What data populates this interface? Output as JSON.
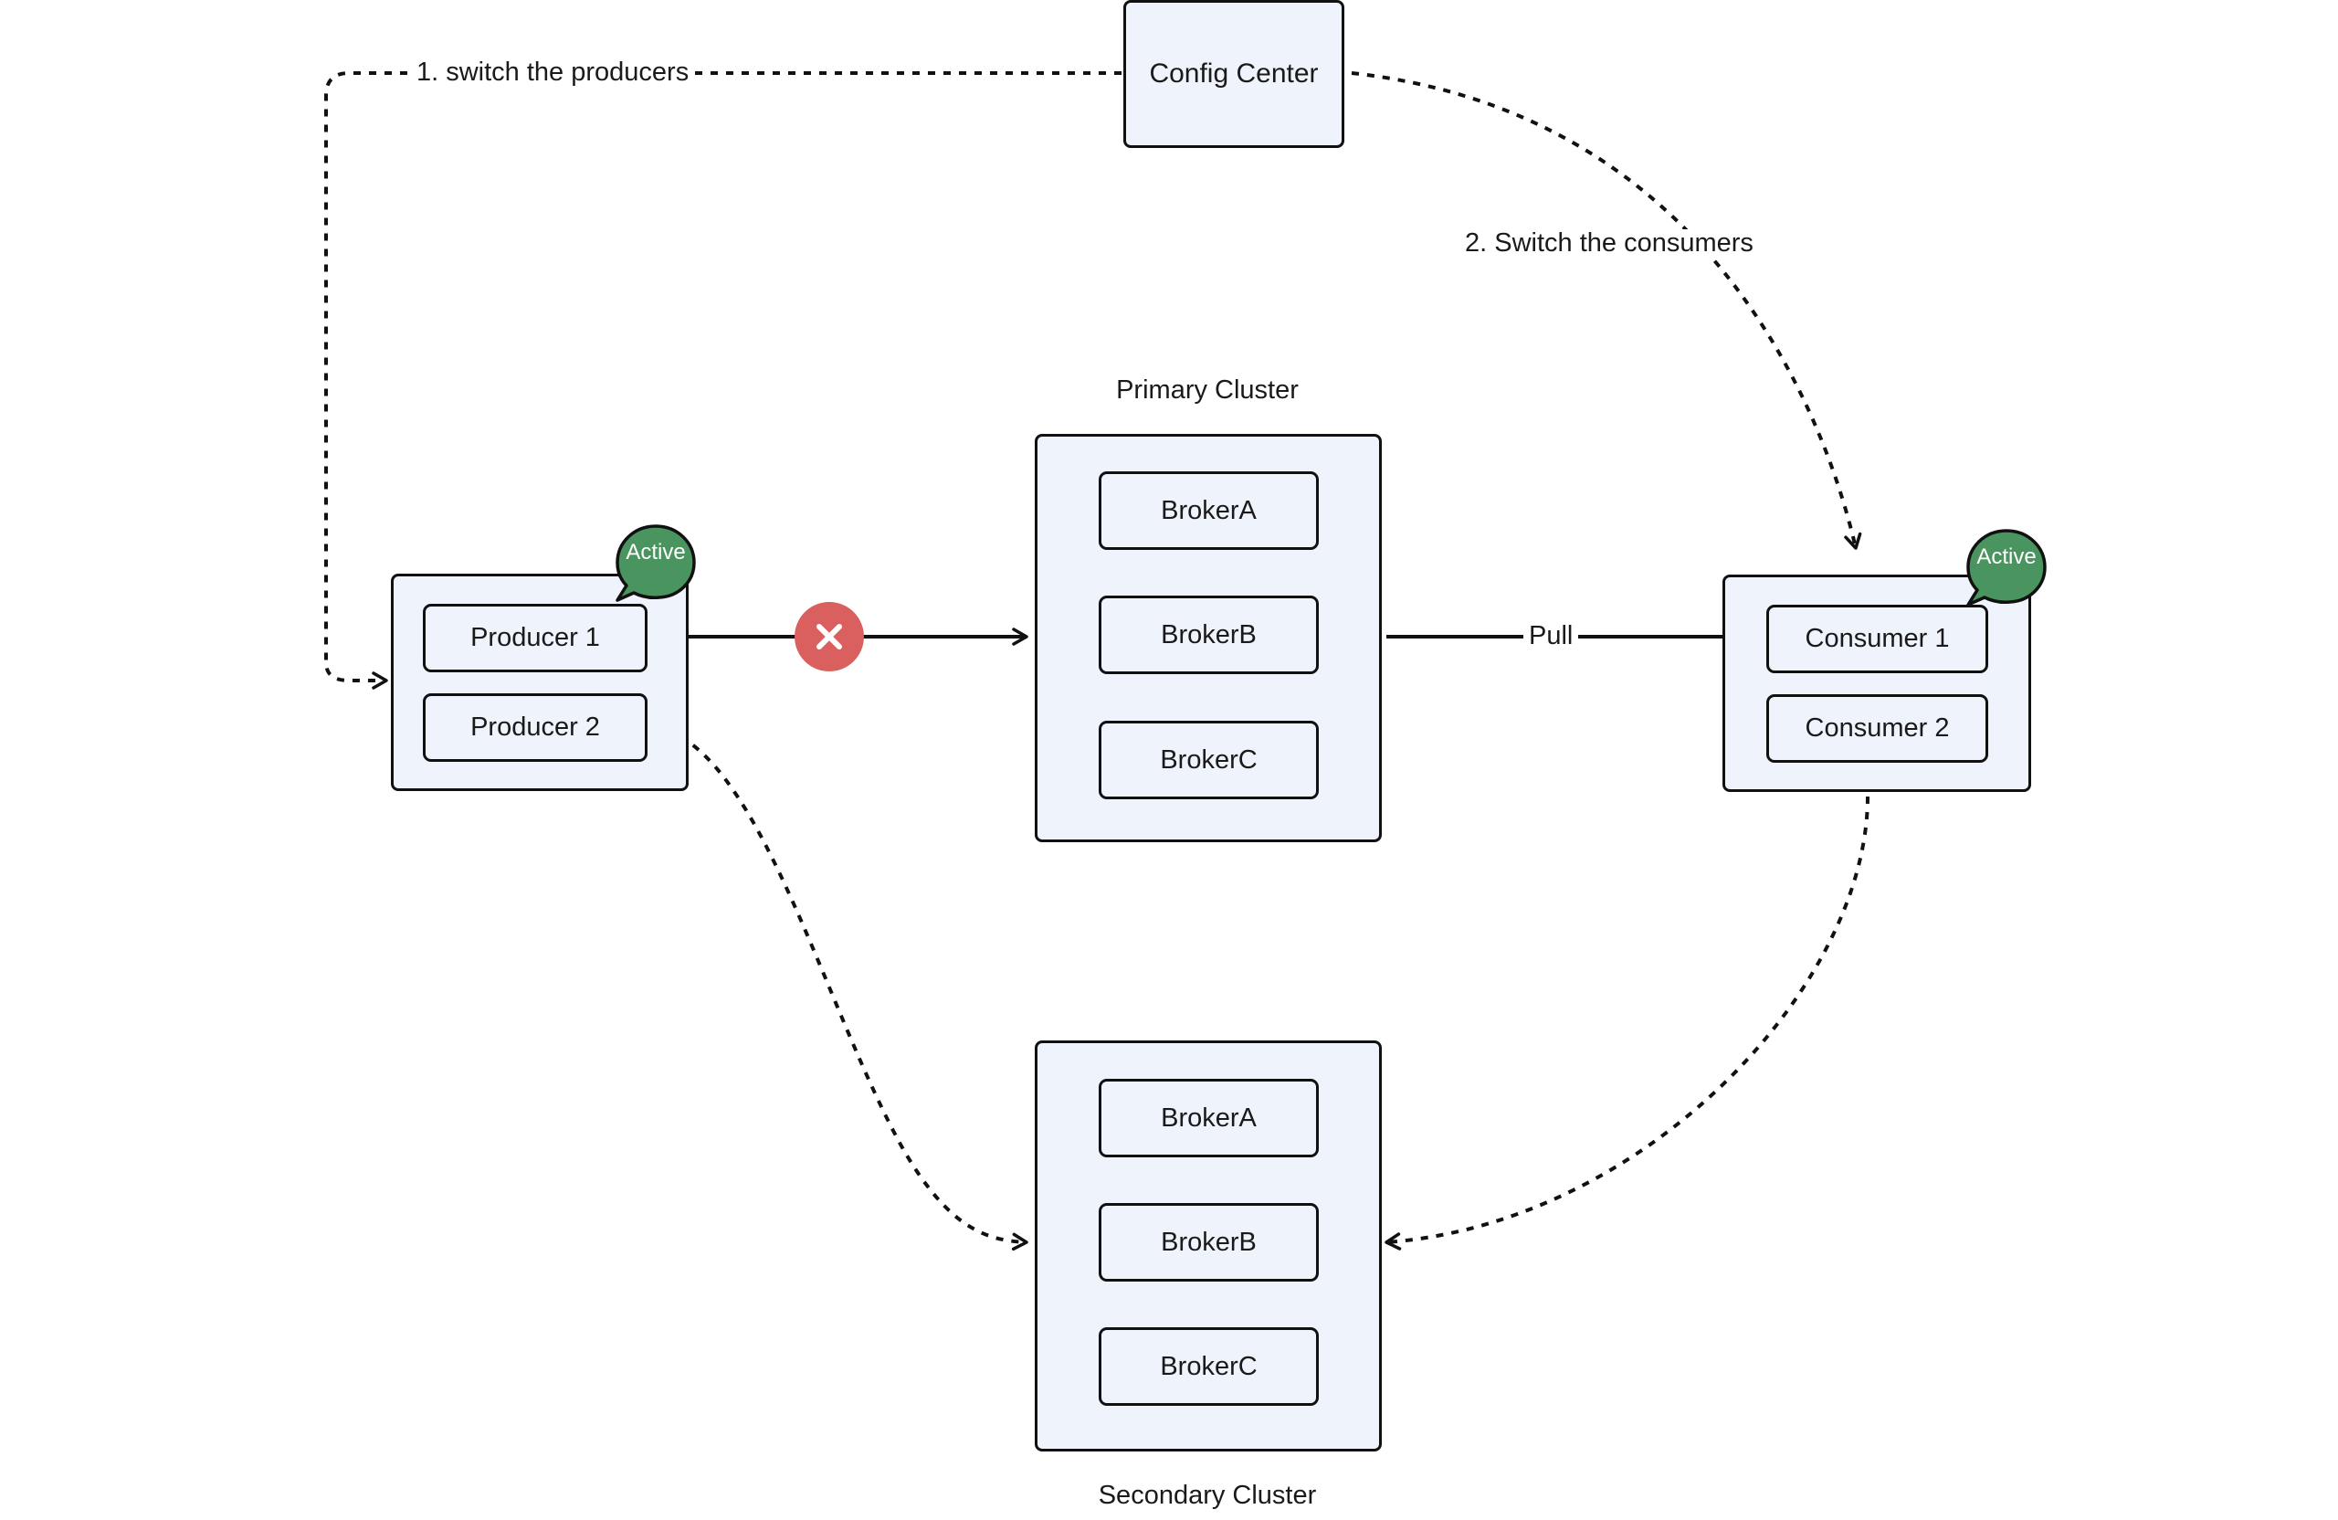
{
  "config_center": {
    "label": "Config Center"
  },
  "edges": {
    "switch_producers": "1. switch the producers",
    "switch_consumers": "2. Switch the consumers",
    "pull": "Pull"
  },
  "producers": {
    "items": [
      "Producer 1",
      "Producer 2"
    ],
    "badge": "Active"
  },
  "consumers": {
    "items": [
      "Consumer 1",
      "Consumer 2"
    ],
    "badge": "Active"
  },
  "primary_cluster": {
    "title": "Primary Cluster",
    "brokers": [
      "BrokerA",
      "BrokerB",
      "BrokerC"
    ]
  },
  "secondary_cluster": {
    "title": "Secondary Cluster",
    "brokers": [
      "BrokerA",
      "BrokerB",
      "BrokerC"
    ]
  },
  "colors": {
    "box_fill": "#eef3fc",
    "stroke": "#111111",
    "active_badge": "#4a9460",
    "error": "#d9605e"
  },
  "icons": {
    "error": "close-x-icon",
    "badge": "speech-bubble-icon"
  }
}
